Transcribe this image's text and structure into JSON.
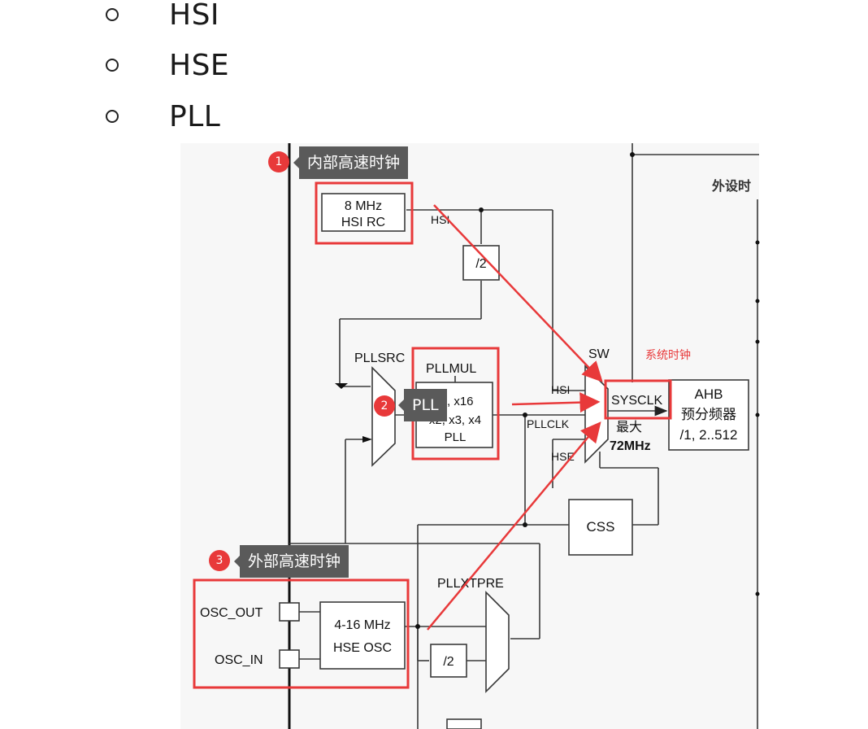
{
  "bullets": [
    "HSI",
    "HSE",
    "PLL"
  ],
  "callouts": {
    "c1": {
      "num": "1",
      "text": "内部高速时钟"
    },
    "c2": {
      "num": "2",
      "text": "PLL"
    },
    "c3": {
      "num": "3",
      "text": "外部高速时钟"
    },
    "sysclk_note": "系统时钟"
  },
  "diagram": {
    "hsi_rc_line1": "8 MHz",
    "hsi_rc_line2": "HSI RC",
    "hsi_label": "HSI",
    "div2_top": "/2",
    "pllsrc": "PLLSRC",
    "pllmul": "PLLMUL",
    "pll_box_line1": "..., x16",
    "pll_box_line2": "x2, x3, x4",
    "pll_box_line3": "PLL",
    "sw": "SW",
    "sw_in_hsi": "HSI",
    "sw_in_pllclk": "PLLCLK",
    "sw_in_hse": "HSE",
    "sysclk": "SYSCLK",
    "max_label": "最大",
    "max_freq": "72MHz",
    "ahb_line1": "AHB",
    "ahb_line2": "预分频器",
    "ahb_line3": "/1, 2..512",
    "peripheral_partial": "外设时",
    "css": "CSS",
    "pllxtpre": "PLLXTPRE",
    "osc_out": "OSC_OUT",
    "osc_in": "OSC_IN",
    "hse_osc_line1": "4-16 MHz",
    "hse_osc_line2": "HSE OSC",
    "div2_bottom": "/2"
  },
  "colors": {
    "highlight": "#e8393a",
    "bubble": "#5a5a5a",
    "line": "#3a3a3a"
  }
}
